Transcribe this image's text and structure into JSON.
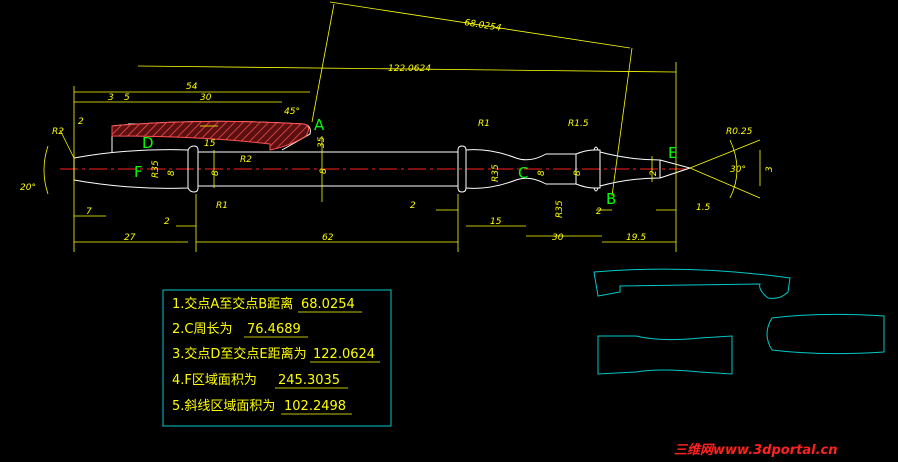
{
  "drawing": {
    "dimensions": {
      "ab_distance": "68.0254",
      "de_distance": "122.0624",
      "len_54": "54",
      "len_30": "30",
      "len_3": "3",
      "len_5": "5",
      "len_2_top": "2",
      "angle_45": "45°",
      "radius_r2_left": "R2",
      "radius_r2_mid": "R2",
      "dia_15": "15",
      "dia_35_a": "35",
      "dia_8_a": "8",
      "dia_8_b": "8",
      "dia_8_c": "8",
      "radius_r35_a": "R35",
      "radius_r1_top": "R1",
      "radius_r1_bottom": "R1",
      "radius_r35_b": "R35",
      "dia_8_d": "8",
      "radius_r15": "R1.5",
      "dia_8_e": "8",
      "radius_r35_c": "R35",
      "dia_2_right": "2",
      "dia_3_right": "3",
      "radius_r025": "R0.25",
      "angle_30": "30°",
      "angle_20": "20°",
      "len_7": "7",
      "len_2_a": "2",
      "len_2_b": "2",
      "len_2_c": "2",
      "len_27": "27",
      "len_62": "62",
      "len_15_a": "15",
      "len_30_b": "30",
      "len_195": "19.5",
      "len_15_b": "1.5"
    },
    "points": {
      "a": "A",
      "b": "B",
      "c": "C",
      "d": "D",
      "e": "E",
      "f": "F"
    }
  },
  "results": {
    "row1": {
      "label": "1.交点A至交点B距离",
      "value": "68.0254"
    },
    "row2": {
      "label": "2.C周长为",
      "value": "76.4689"
    },
    "row3": {
      "label": "3.交点D至交点E距离为",
      "value": "122.0624"
    },
    "row4": {
      "label": "4.F区域面积为",
      "value": "245.3035"
    },
    "row5": {
      "label": "5.斜线区域面积为",
      "value": "102.2498"
    }
  },
  "watermark": "三维网www.3dportal.cn",
  "colors": {
    "background": "#000000",
    "dimension": "#ffff00",
    "outline": "#ffffff",
    "centerline": "#ff0000",
    "label": "#00ff00",
    "frame": "#00c8c8",
    "hatch": "#ff4040"
  }
}
